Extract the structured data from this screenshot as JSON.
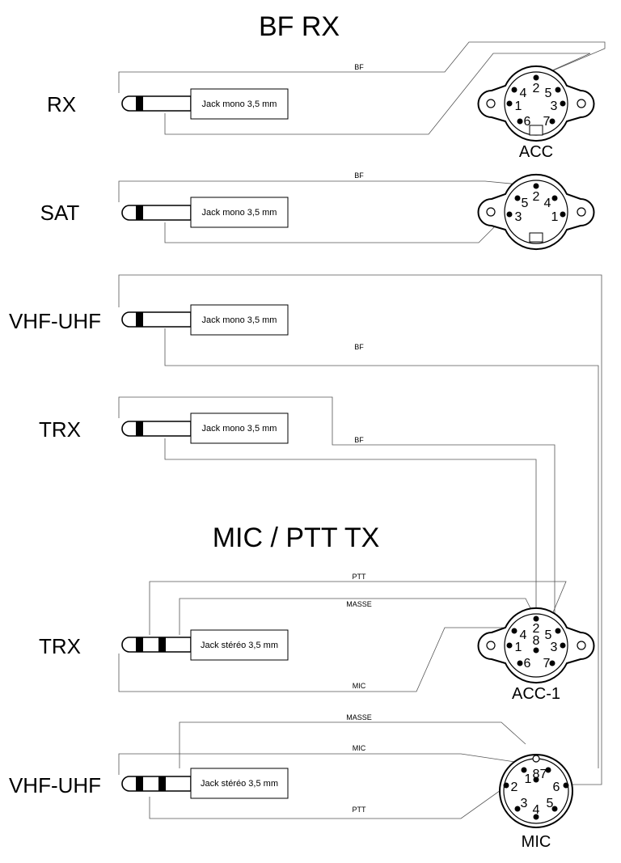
{
  "titles": {
    "bf_rx": "BF RX",
    "mic_ptt_tx": "MIC / PTT TX"
  },
  "rows": [
    {
      "label": "RX",
      "jack": "Jack mono 3,5 mm"
    },
    {
      "label": "SAT",
      "jack": "Jack mono 3,5 mm"
    },
    {
      "label": "VHF-UHF",
      "jack": "Jack mono 3,5 mm"
    },
    {
      "label": "TRX",
      "jack": "Jack mono 3,5 mm"
    },
    {
      "label": "TRX",
      "jack": "Jack stéréo 3,5 mm"
    },
    {
      "label": "VHF-UHF",
      "jack": "Jack stéréo 3,5 mm"
    }
  ],
  "wires": {
    "bf": "BF",
    "ptt": "PTT",
    "masse": "MASSE",
    "mic": "MIC"
  },
  "connectors": {
    "acc": {
      "name": "ACC",
      "pins": [
        "2",
        "4",
        "5",
        "1",
        "3",
        "6",
        "7"
      ]
    },
    "sat": {
      "pins": [
        "2",
        "5",
        "4",
        "3",
        "1"
      ]
    },
    "acc1": {
      "name": "ACC-1",
      "pins": [
        "2",
        "4",
        "5",
        "8",
        "1",
        "3",
        "6",
        "7"
      ]
    },
    "mic": {
      "name": "MIC",
      "pins": [
        "8",
        "1",
        "7",
        "2",
        "6",
        "3",
        "5",
        "4"
      ]
    }
  }
}
